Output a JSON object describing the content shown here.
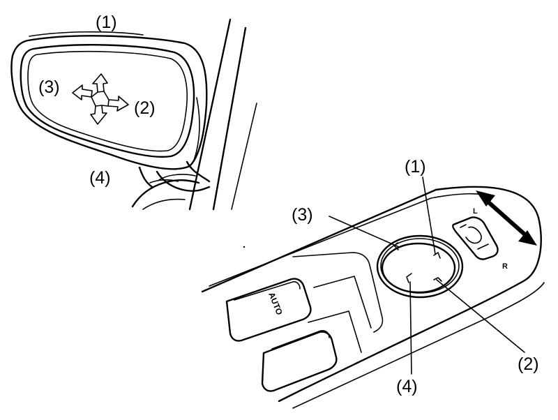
{
  "mirror": {
    "label_up": "(1)",
    "label_right": "(2)",
    "label_left": "(3)",
    "label_down": "(4)"
  },
  "switch_panel": {
    "callout_1": "(1)",
    "callout_2": "(2)",
    "callout_3": "(3)",
    "callout_4": "(4)",
    "selector_left": "L",
    "selector_right": "R",
    "window_button_text": "AUTO"
  }
}
